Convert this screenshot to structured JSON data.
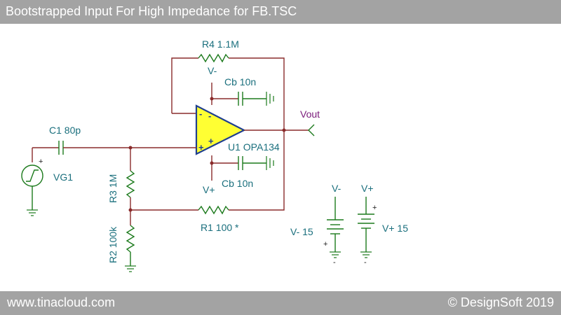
{
  "title": "Bootstrapped Input For High Impedance for FB.TSC",
  "footer": {
    "website": "www.tinacloud.com",
    "copyright": "© DesignSoft 2019"
  },
  "components": {
    "r4": "R4 1.1M",
    "cb_top": "Cb 10n",
    "cb_bottom": "Cb 10n",
    "c1": "C1 80p",
    "vg1": "VG1",
    "u1": "U1 OPA134",
    "vout": "Vout",
    "r3": "R3 1M",
    "r2": "R2 100k",
    "r1": "R1 100 *",
    "vminus_src": "V- 15",
    "vplus_src": "V+ 15"
  },
  "nets": {
    "vminus_opamp": "V-",
    "vplus_opamp": "V+",
    "vminus_battery": "V-",
    "vplus_battery": "V+"
  },
  "polarity": {
    "plus": "+",
    "minus": "-"
  },
  "colors": {
    "header_bg": "#a3a3a3",
    "wire": "#8a2b2b",
    "resistor": "#1c7a1c",
    "label": "#1a6f7d",
    "opamp_fill": "#ffff33",
    "opamp_outline": "#1f3f8f",
    "vout_label": "#7a1a7a"
  }
}
